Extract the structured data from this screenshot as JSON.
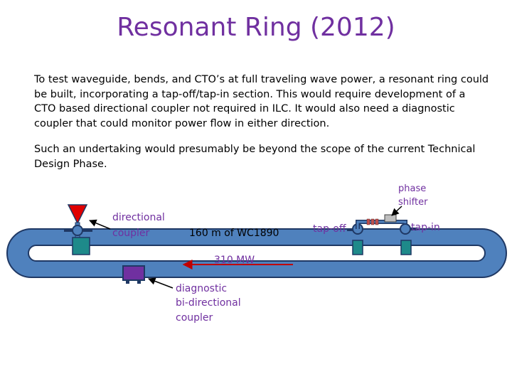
{
  "slide": {
    "title": "Resonant Ring (2012)",
    "paragraph1": "To test waveguide, bends, and CTO’s at full traveling wave power, a resonant ring could be built, incorporating a tap-off/tap-in section. This would require development of a CTO based directional coupler not required in ILC.  It would also need a diagnostic coupler that could monitor power flow in either direction.",
    "paragraph2": "Such an undertaking would presumably be beyond the scope of the current Technical Design Phase."
  },
  "diagram": {
    "labels": {
      "directional_1": "directional",
      "directional_2": "coupler",
      "waveguide": "160 m of WC1890",
      "power": "310 MW",
      "tap_off": "tap-off",
      "tap_in": "tap-in",
      "phase_1": "phase",
      "phase_2": "shifter",
      "diag_1": "diagnostic",
      "diag_2": "bi-directional",
      "diag_3": "coupler"
    },
    "colors": {
      "waveguide": "#4f81bd",
      "outline": "#1f3864",
      "coupler": "#1e8a8a",
      "diagnostic": "#7030a0",
      "load": "#e00000",
      "label_purple": "#7030a0",
      "label_red": "#c00000"
    }
  }
}
